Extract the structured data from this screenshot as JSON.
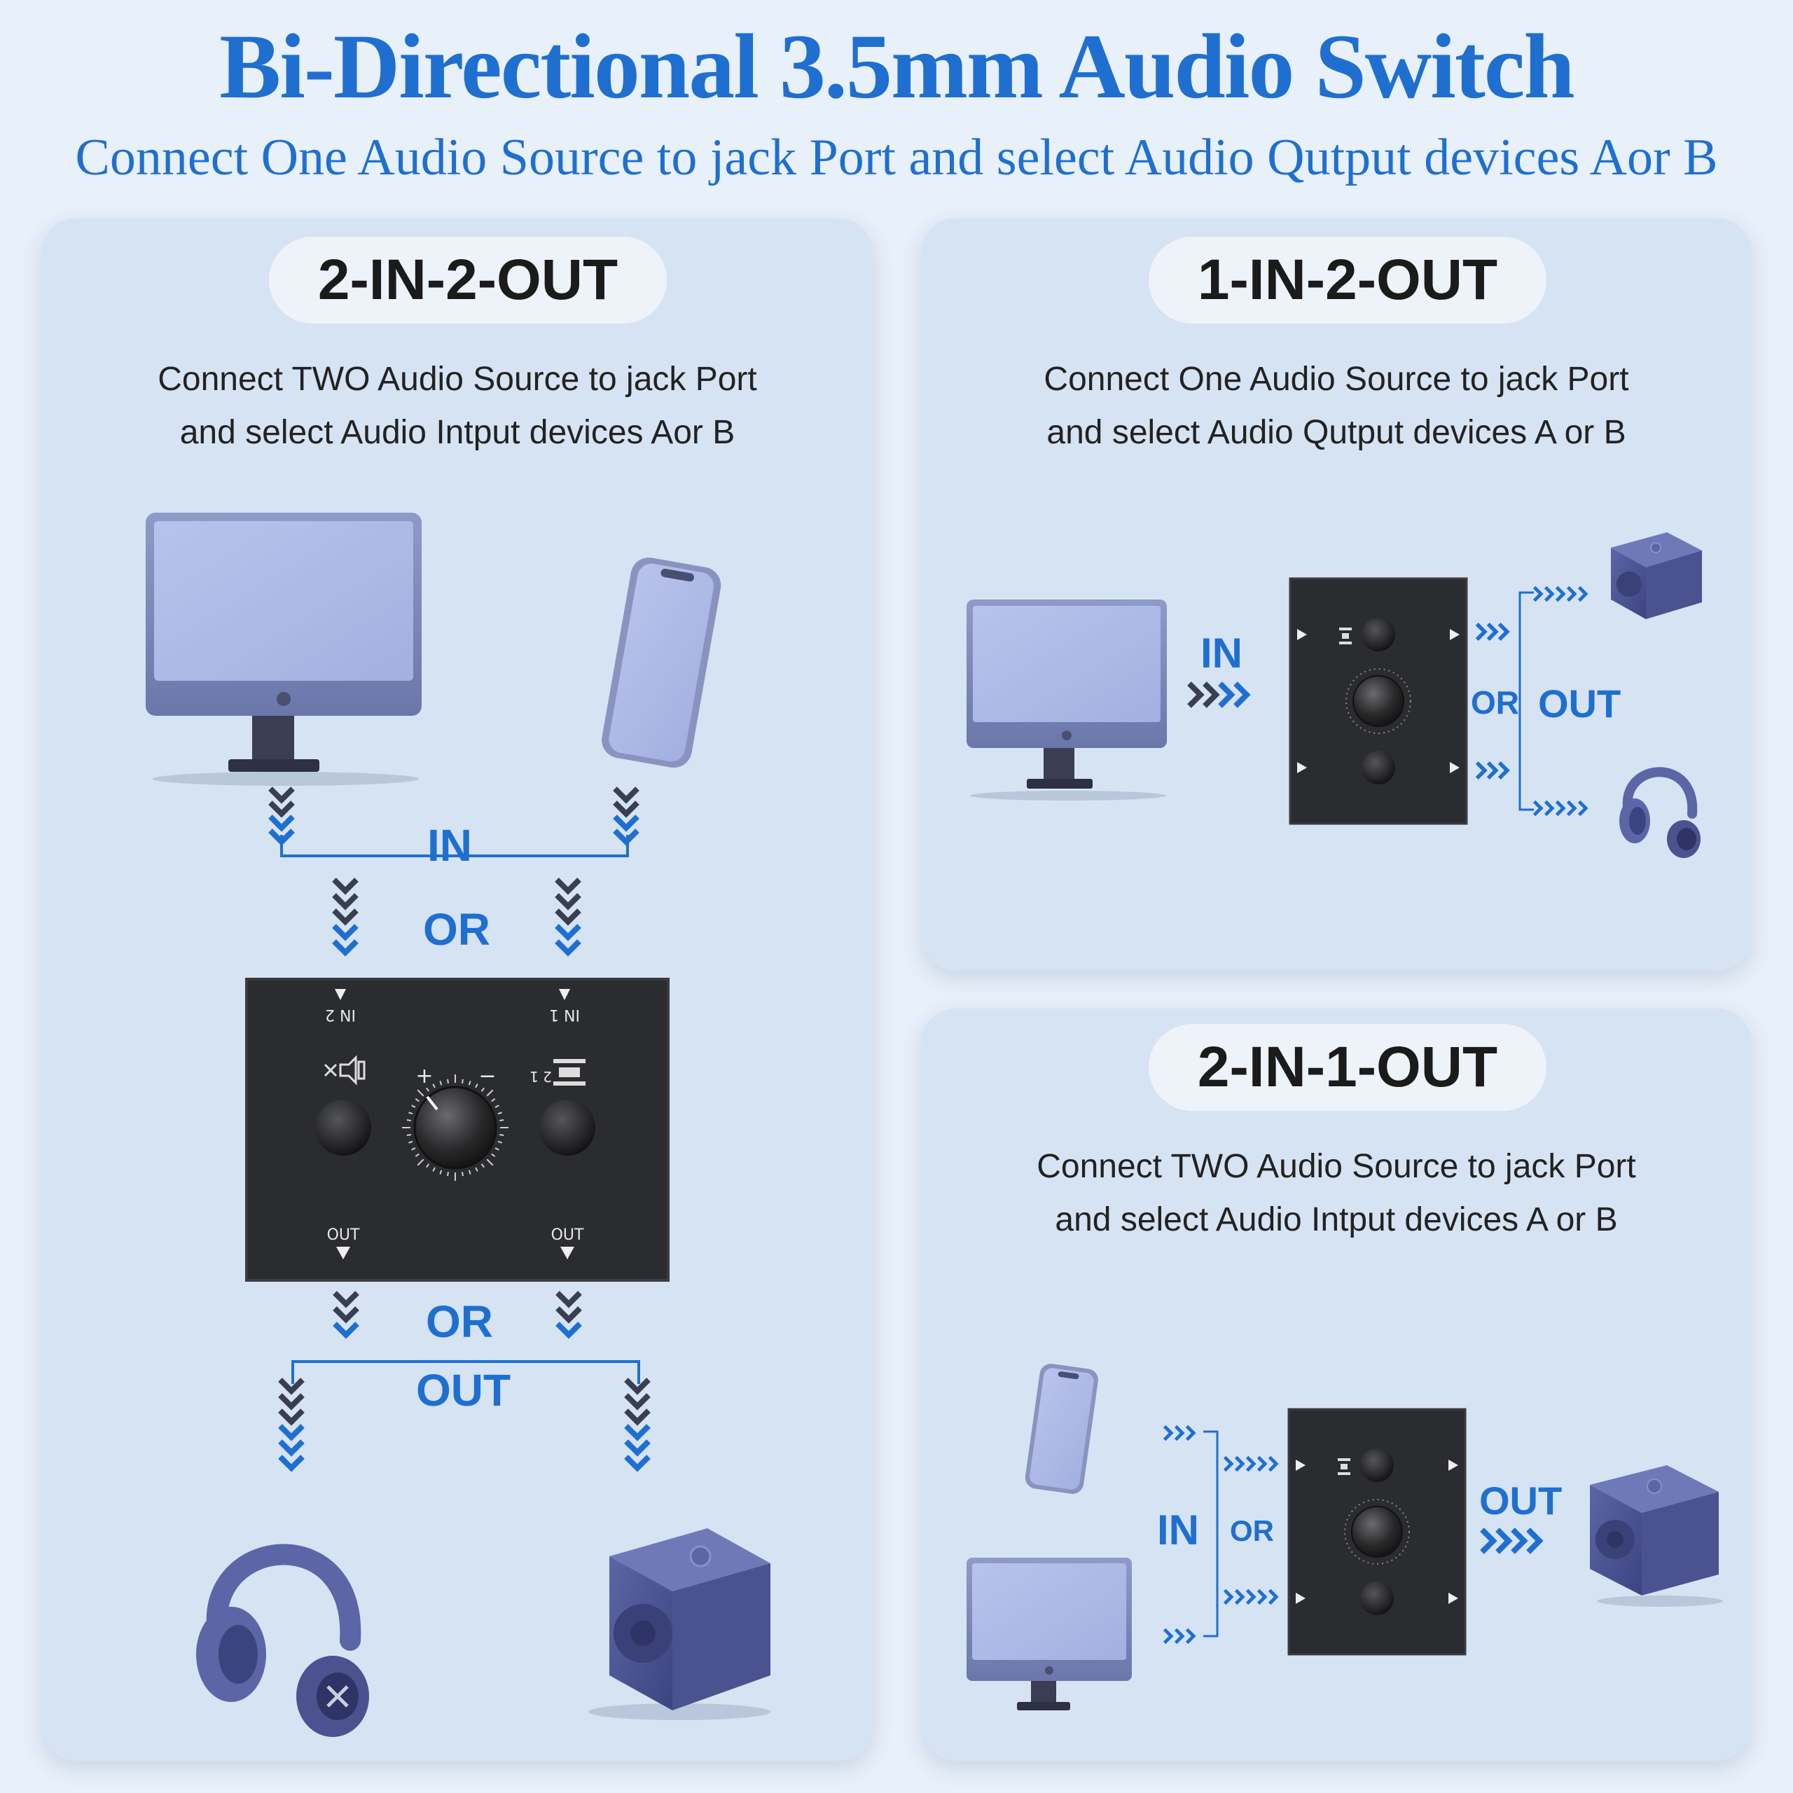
{
  "header": {
    "title": "Bi-Directional 3.5mm Audio Switch",
    "subtitle": "Connect One Audio Source to jack Port and select Audio Qutput devices Aor B"
  },
  "panel_left": {
    "mode": "2-IN-2-OUT",
    "desc_line1": "Connect TWO Audio Source to jack Port",
    "desc_line2": "and select Audio Intput devices Aor B",
    "label_in": "IN",
    "label_or_top": "OR",
    "label_or_bottom": "OR",
    "label_out": "OUT",
    "port_in2": "IN 2",
    "port_in1": "IN 1",
    "port_out_left": "OUT",
    "port_out_right": "OUT",
    "knob_plus": "+",
    "knob_minus": "−",
    "selector_labels": "2 1"
  },
  "panel_top_right": {
    "mode": "1-IN-2-OUT",
    "desc_line1": "Connect One Audio Source to jack Port",
    "desc_line2": "and select Audio Qutput devices A or B",
    "label_in": "IN",
    "label_or": "OR",
    "label_out": "OUT"
  },
  "panel_bottom_right": {
    "mode": "2-IN-1-OUT",
    "desc_line1": "Connect TWO Audio Source to jack Port",
    "desc_line2": "and select Audio Intput devices A or B",
    "label_in": "IN",
    "label_or": "OR",
    "label_out": "OUT"
  },
  "colors": {
    "accent_blue": "#1f6fd0",
    "panel_bg": "#d6e3f3",
    "device_purple": "#7d86c4",
    "switch_black": "#2b2c2f"
  },
  "icons": [
    "monitor-icon",
    "phone-icon",
    "headphones-icon",
    "speaker-icon",
    "audio-switch-icon",
    "chevron-arrow-icon"
  ]
}
